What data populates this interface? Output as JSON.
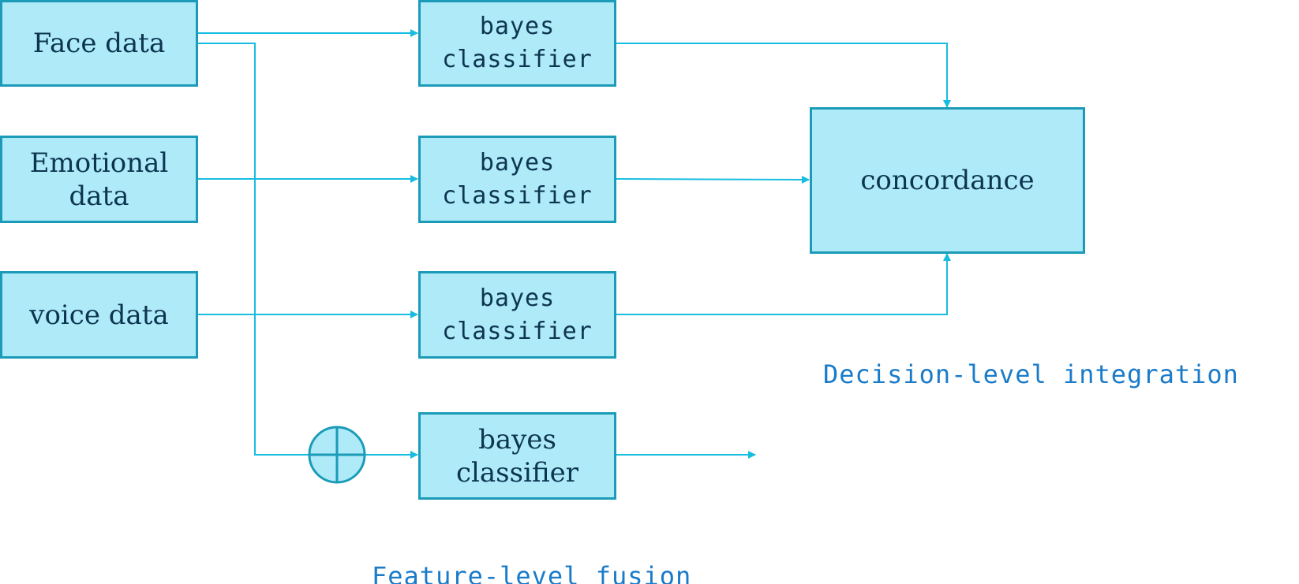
{
  "colors": {
    "box_fill": "#aeeaf8",
    "box_border": "#1b9bb8",
    "arrow": "#16bde0",
    "box_text": "#0d3550",
    "caption_text": "#1a7bc9"
  },
  "inputs": {
    "face": {
      "label": "Face data"
    },
    "emotional": {
      "line1": "Emotional",
      "line2": "data"
    },
    "voice": {
      "label": "voice data"
    }
  },
  "classifiers": [
    {
      "line1": "bayes",
      "line2": "classifier"
    },
    {
      "line1": "bayes",
      "line2": "classifier"
    },
    {
      "line1": "bayes",
      "line2": "classifier"
    },
    {
      "line1": "bayes",
      "line2": "classifier"
    }
  ],
  "concordance": {
    "label": "concordance"
  },
  "fusion_operator": {
    "icon": "circled-plus-icon"
  },
  "captions": {
    "decision": "Decision-level integration",
    "feature": "Feature-level fusion"
  }
}
